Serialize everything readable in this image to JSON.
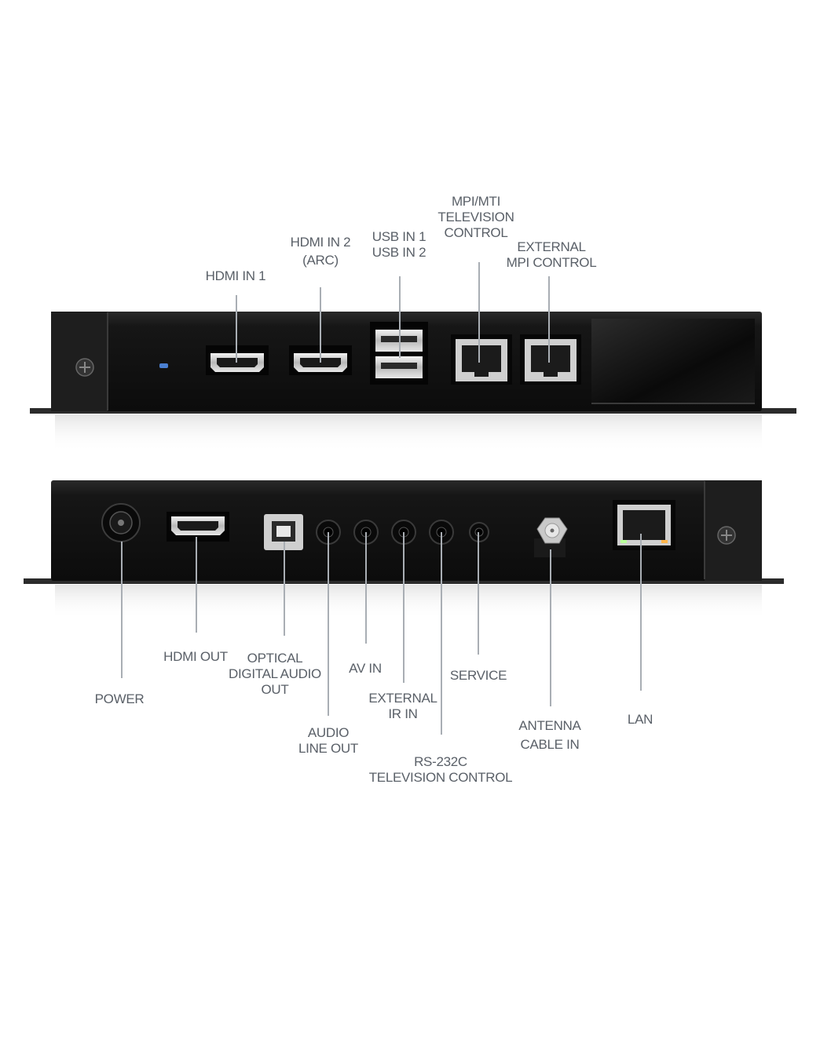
{
  "device": {
    "front_ports": [
      {
        "id": "hdmi1",
        "lines": [
          "HDMI IN 1"
        ]
      },
      {
        "id": "hdmi2",
        "lines": [
          "HDMI IN 2",
          "(ARC)"
        ]
      },
      {
        "id": "usb",
        "lines": [
          "USB IN 1",
          "USB IN 2"
        ]
      },
      {
        "id": "mpi",
        "lines": [
          "MPI/MTI",
          "TELEVISION",
          "CONTROL"
        ]
      },
      {
        "id": "extmpi",
        "lines": [
          "EXTERNAL",
          "MPI CONTROL"
        ]
      }
    ],
    "rear_ports": [
      {
        "id": "power",
        "lines": [
          "POWER"
        ]
      },
      {
        "id": "hdmiout",
        "lines": [
          "HDMI OUT"
        ]
      },
      {
        "id": "optical",
        "lines": [
          "OPTICAL",
          "DIGITAL AUDIO",
          "OUT"
        ]
      },
      {
        "id": "audioout",
        "lines": [
          "AUDIO",
          "LINE OUT"
        ]
      },
      {
        "id": "avin",
        "lines": [
          "AV IN"
        ]
      },
      {
        "id": "extir",
        "lines": [
          "EXTERNAL",
          "IR IN"
        ]
      },
      {
        "id": "rs232",
        "lines": [
          "RS-232C",
          "TELEVISION CONTROL"
        ]
      },
      {
        "id": "service",
        "lines": [
          "SERVICE"
        ]
      },
      {
        "id": "antenna",
        "lines": [
          "ANTENNA",
          "CABLE IN"
        ]
      },
      {
        "id": "lan",
        "lines": [
          "LAN"
        ]
      }
    ]
  },
  "colors": {
    "chassis": "#141414",
    "label_text": "#5a6068",
    "leader_line": "#a9aeb4",
    "led": "#4a7fd0"
  }
}
